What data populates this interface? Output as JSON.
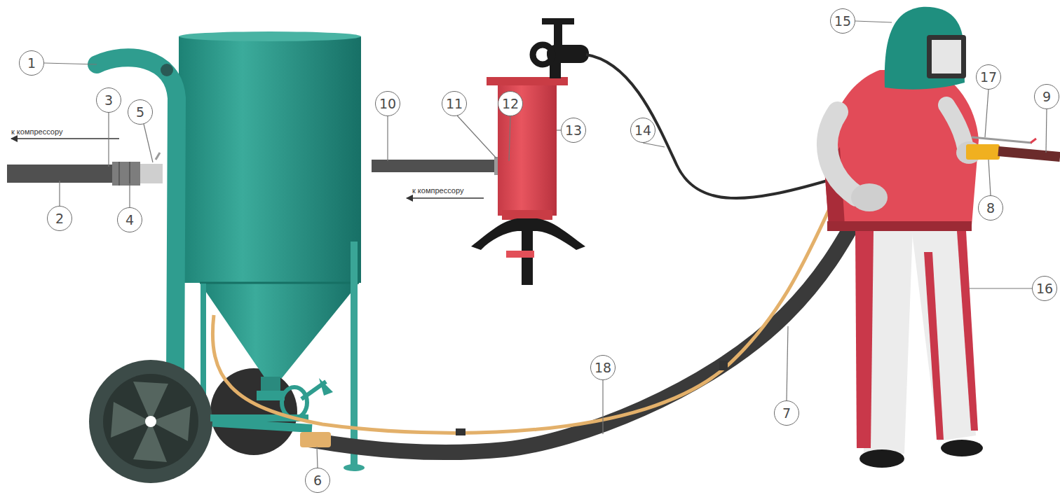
{
  "diagram": {
    "nodes": [
      {
        "text": [
          "1"
        ]
      },
      {
        "text": [
          "2"
        ]
      },
      {
        "text": [
          "3"
        ]
      },
      {
        "text": [
          "4"
        ]
      },
      {
        "text": [
          "5"
        ]
      },
      {
        "text": [
          "6"
        ]
      },
      {
        "text": [
          "7"
        ]
      },
      {
        "text": [
          "8"
        ]
      },
      {
        "text": [
          "9"
        ]
      },
      {
        "text": [
          "10"
        ]
      },
      {
        "text": [
          "11"
        ]
      },
      {
        "text": [
          "12"
        ]
      },
      {
        "text": [
          "13"
        ]
      },
      {
        "text": [
          "14"
        ]
      },
      {
        "text": [
          "15"
        ]
      },
      {
        "text": [
          "16"
        ]
      },
      {
        "text": [
          "17"
        ]
      },
      {
        "text": [
          "18"
        ]
      }
    ],
    "labels": [
      "к компрессору",
      "к компрессору"
    ]
  }
}
